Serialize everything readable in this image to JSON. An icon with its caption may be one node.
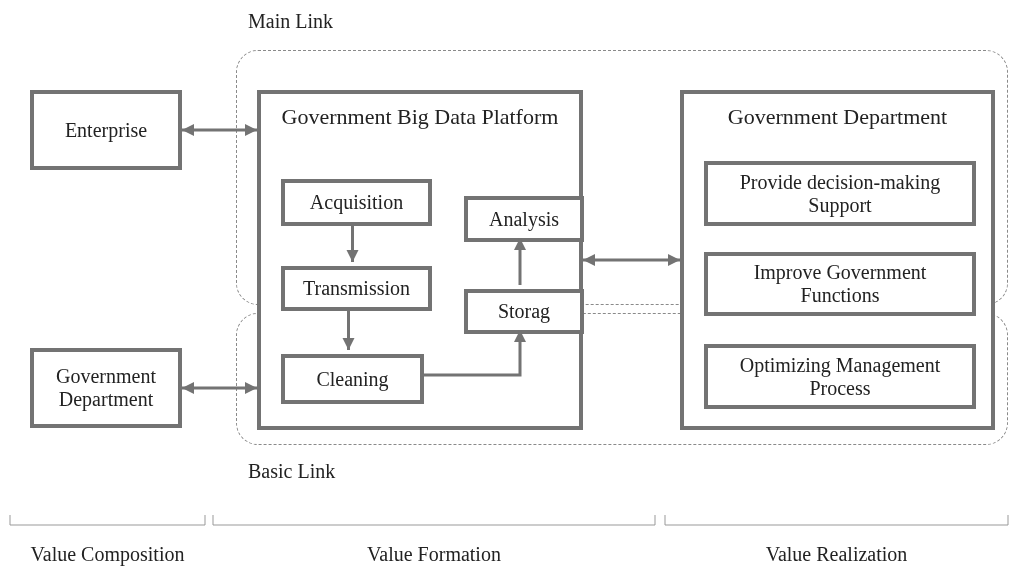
{
  "diagram": {
    "nodes": [
      {
        "text": [
          "Enterprise"
        ]
      },
      {
        "text": [
          "Government Big Data Platform"
        ]
      },
      {
        "text": [
          "Acquisition"
        ],
        "in": 1
      },
      {
        "text": [
          "Transmission"
        ],
        "in": 1
      },
      {
        "text": [
          "Cleaning"
        ],
        "in": 1
      },
      {
        "text": [
          "Analysis"
        ],
        "in": 1
      },
      {
        "text": [
          "Storag"
        ],
        "in": 1
      },
      {
        "text": [
          "Government Department"
        ]
      },
      {
        "text": [
          "Provide decision-making Support"
        ],
        "in": 7
      },
      {
        "text": [
          "Improve Government Functions"
        ],
        "in": 7
      },
      {
        "text": [
          "Optimizing Management Process"
        ],
        "in": 7
      },
      {
        "text": [
          "Government Department"
        ]
      }
    ],
    "edges": [
      {
        "from": 0,
        "to": 1,
        "arrow": "both"
      },
      {
        "from": 2,
        "to": 3,
        "arrow": "to"
      },
      {
        "from": 3,
        "to": 4,
        "arrow": "to"
      },
      {
        "from": 4,
        "to": 6,
        "arrow": "to"
      },
      {
        "from": 6,
        "to": 5,
        "arrow": "to"
      },
      {
        "from": 1,
        "to": 7,
        "arrow": "both"
      },
      {
        "from": 11,
        "to": 1,
        "arrow": "both"
      }
    ],
    "labels": [
      "Main Link",
      "Basic Link",
      "Value Composition",
      "Value Formation",
      "Value Realization"
    ]
  }
}
